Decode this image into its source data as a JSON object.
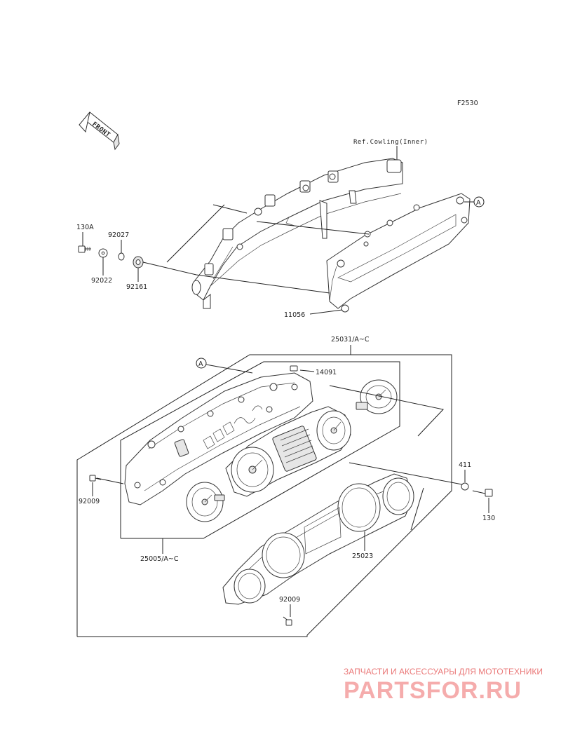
{
  "figure_code": "F2530",
  "front_arrow": {
    "label": "FRONT",
    "icon": "front-direction-arrow-icon"
  },
  "ref_note": "Ref.Cowling(Inner)",
  "callout_a_top": "A",
  "callout_a_bottom": "A",
  "parts": {
    "p130a": "130A",
    "p92027": "92027",
    "p92022": "92022",
    "p92161": "92161",
    "p11056": "11056",
    "p25031": "25031/A~C",
    "p14091": "14091",
    "p92009_left": "92009",
    "p25005": "25005/A~C",
    "p411": "411",
    "p130": "130",
    "p25023": "25023",
    "p92009_bottom": "92009"
  },
  "watermark": {
    "tagline": "ЗАПЧАСТИ И АКСЕССУАРЫ ДЛЯ МОТОТЕХНИКИ",
    "logo": "PARTSFOR.RU"
  }
}
